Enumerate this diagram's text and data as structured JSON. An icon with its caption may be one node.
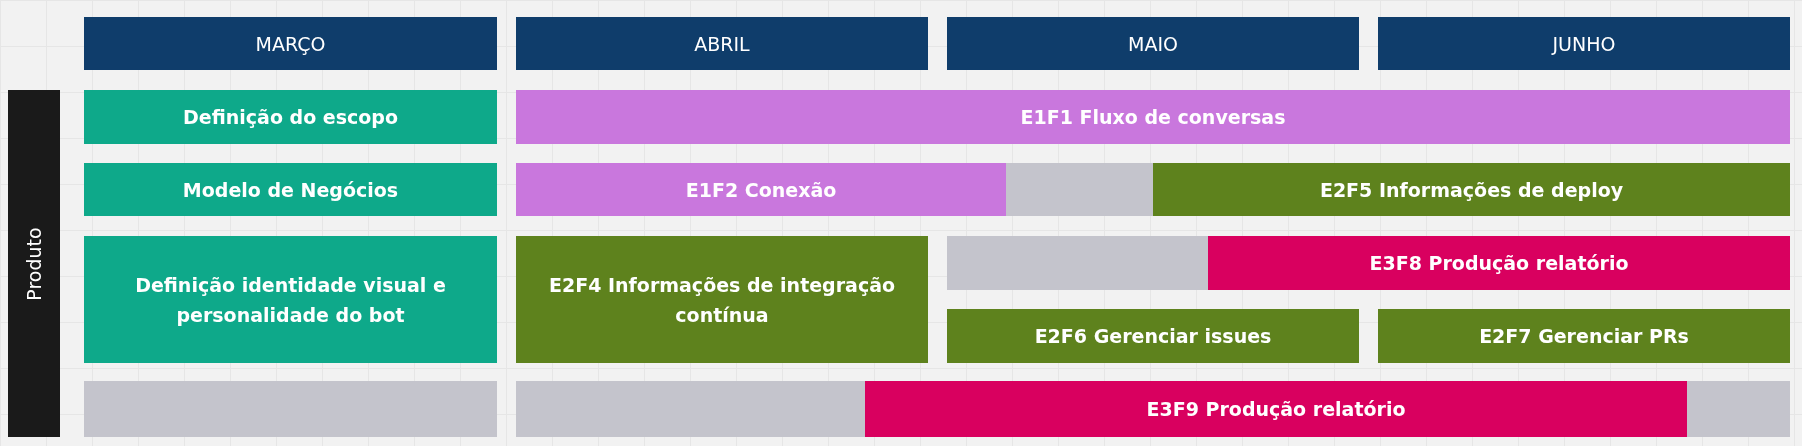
{
  "diagram": {
    "nodes": [
      {
        "text": [
          "MARÇO"
        ]
      },
      {
        "text": [
          "ABRIL"
        ]
      },
      {
        "text": [
          "MAIO"
        ]
      },
      {
        "text": [
          "JUNHO"
        ]
      },
      {
        "text": [
          "Produto"
        ]
      },
      {
        "text": [
          "Definição do escopo"
        ]
      },
      {
        "text": [
          "E1F1 Fluxo de conversas"
        ]
      },
      {
        "text": [
          "Modelo de Negócios"
        ]
      },
      {
        "text": [
          "E1F2 Conexão"
        ]
      },
      {
        "text": [],
        "shape": "bar"
      },
      {
        "text": [
          "E2F5 Informações de deploy"
        ]
      },
      {
        "text": [
          "Definição identidade visual e personalidade do bot"
        ]
      },
      {
        "text": [
          "E2F4 Informações de integração contínua"
        ]
      },
      {
        "text": [],
        "shape": "bar"
      },
      {
        "text": [
          "E3F8 Produção relatório"
        ]
      },
      {
        "text": [
          "E2F6 Gerenciar issues"
        ]
      },
      {
        "text": [
          "E2F7 Gerenciar PRs"
        ]
      },
      {
        "text": [],
        "shape": "bar"
      },
      {
        "text": [],
        "shape": "bar"
      },
      {
        "text": [
          "E3F9 Produção relatório"
        ]
      },
      {
        "text": [],
        "shape": "bar"
      }
    ]
  }
}
